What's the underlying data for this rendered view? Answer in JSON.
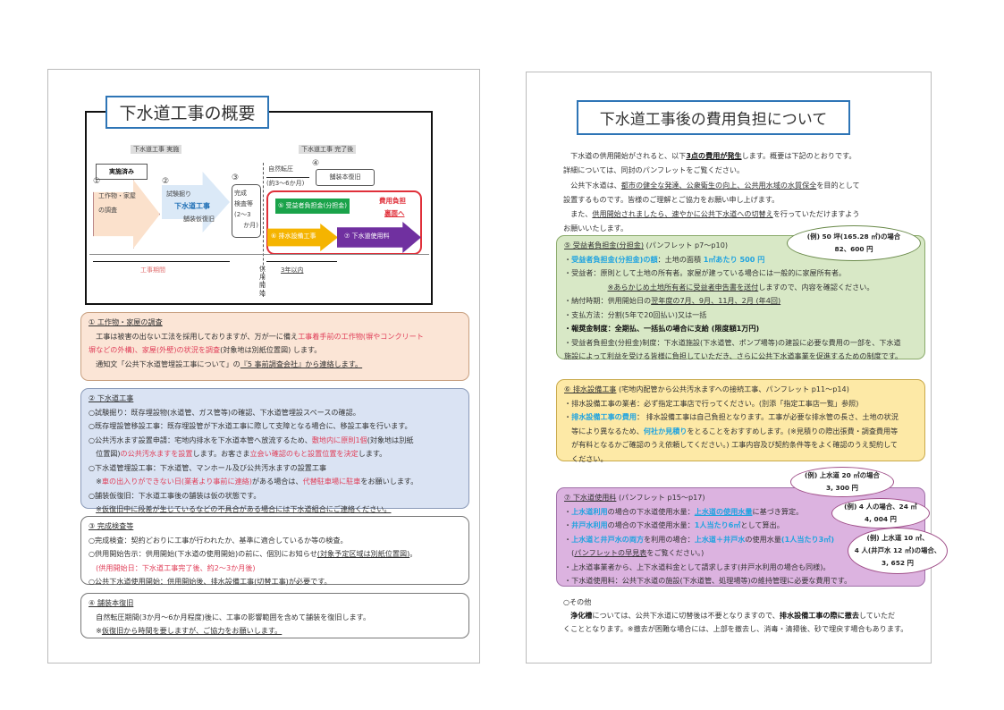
{
  "left_page": {
    "title": "下水道工事の概要",
    "diagram": {
      "phase_during": "下水道工事 実施",
      "phase_after": "下水道工事 完了後",
      "done": "実施済み",
      "step1_num": "①",
      "step1_a": "工作物・家屋",
      "step1_b": "の調査",
      "step2_num": "②",
      "step2_a": "試験掘り",
      "step2_b": "下水道工事",
      "step2_c": "舗装仮復旧",
      "step3_num": "③",
      "step3_a": "完成",
      "step3_b": "検査等",
      "step3_c": "(2〜3",
      "step3_d": "か月)",
      "natural": "自然転圧",
      "natural_dur": "(約3〜6か月)",
      "step4_num": "④",
      "step4": "舗装本復旧",
      "step5": "⑤ 受益者負担金(分担金)",
      "cost_note1": "費用負担",
      "cost_note2": "裏面へ",
      "step6": "⑥ 排水設備工事",
      "step7": "⑦ 下水道使用料",
      "period": "工事期間",
      "start": "供用開始",
      "within": "3年以内"
    },
    "sections": [
      {
        "title": "① 工作物・家屋の調査",
        "lines": [
          [
            [
              "　工事は被害の出ない工法を採用しておりますが、万が一に備え",
              ""
            ],
            [
              "工事着手前の工作物(塀やコンクリート",
              "red"
            ]
          ],
          [
            [
              "塀などの外構)、家屋(外壁)の状況を調査",
              "red"
            ],
            [
              "(対象地は別紙位置図) します。",
              ""
            ]
          ],
          [
            [
              "　通知文「公共下水道管埋設工事について」の",
              ""
            ],
            [
              "『5 事前調査会社』から連絡します。",
              "u"
            ]
          ]
        ]
      },
      {
        "title": "② 下水道工事",
        "lines": [
          [
            [
              "○試験掘り：既存埋設物(水道管、ガス管等)の確認、下水道管埋設スペースの確認。",
              ""
            ]
          ],
          [
            [
              "○既存埋設管移設工事：既存埋設管が下水道工事に際して支障となる場合に、移設工事を行います。",
              ""
            ]
          ],
          [
            [
              "○公共汚水ます設置申請：宅地内排水を下水道本管へ放流するため、",
              ""
            ],
            [
              "敷地内に原則1個",
              "red"
            ],
            [
              "(対象地は別紙",
              ""
            ]
          ],
          [
            [
              "　位置図)",
              ""
            ],
            [
              "の公共汚水ますを設置",
              "red"
            ],
            [
              "します。お客さま",
              ""
            ],
            [
              "立会い確認のもと設置位置を決定",
              "red"
            ],
            [
              "します。",
              ""
            ]
          ],
          [
            [
              "○下水道管埋設工事：下水道管、マンホール及び公共汚水ますの設置工事",
              ""
            ]
          ],
          [
            [
              "　※",
              ""
            ],
            [
              "車の出入りができない日(業者より事前に連絡)",
              "red"
            ],
            [
              "がある場合は、",
              ""
            ],
            [
              "代替駐車場に駐車",
              "red"
            ],
            [
              "をお願いします。",
              ""
            ]
          ],
          [
            [
              "○舗装仮復旧：下水道工事後の舗装は仮の状態です。",
              ""
            ]
          ],
          [
            [
              "　",
              ""
            ],
            [
              "※仮復旧中に段差が生じているなどの不具合がある場合には下水道組合にご連絡ください。",
              "u"
            ]
          ]
        ]
      },
      {
        "title": "③ 完成検査等",
        "lines": [
          [
            [
              "○完成検査：契約どおりに工事が行われたか、基準に適合しているか等の検査。",
              ""
            ]
          ],
          [
            [
              "○供用開始告示：供用開始(下水道の使用開始)の前に、個別にお知らせ",
              ""
            ],
            [
              "(対象予定区域は別紙位置図)",
              "u"
            ],
            [
              "。",
              ""
            ]
          ],
          [
            [
              "　(供用開始日：下水道工事完了後、約2〜3か月後)",
              "red"
            ]
          ],
          [
            [
              "○公共下水道使用開始：供用開始後、排水設備工事(切替工事)が必要です。",
              ""
            ]
          ]
        ]
      },
      {
        "title": "④ 舗装本復旧",
        "lines": [
          [
            [
              "　自然転圧期間(3か月〜6か月程度)後に、工事の影響範囲を含めて舗装を復旧します。",
              ""
            ]
          ],
          [
            [
              "　※",
              ""
            ],
            [
              "仮復旧から時間を要しますが、ご協力をお願いします。",
              "u"
            ]
          ]
        ]
      }
    ]
  },
  "right_page": {
    "title": "下水道工事後の費用負担について",
    "intro": [
      [
        [
          "　下水道の供用開始がされると、以下",
          ""
        ],
        [
          "3点の費用が発生",
          "bu"
        ],
        [
          "します。概要は下記のとおりです。",
          ""
        ]
      ],
      [
        [
          "詳細については、同封のパンフレットをご覧ください。",
          ""
        ]
      ],
      [
        [
          "　公共下水道は、",
          ""
        ],
        [
          "都市の健全な発達、公衆衛生の向上、公共用水域の水質保全",
          "u"
        ],
        [
          "を目的として",
          ""
        ]
      ],
      [
        [
          "設置するものです。皆様のご理解とご協力をお願い申し上げます。",
          ""
        ]
      ],
      [
        [
          "　また、",
          ""
        ],
        [
          "供用開始されましたら、速やかに公共下水道への切替え",
          "u"
        ],
        [
          "を行っていただけますよう",
          ""
        ]
      ],
      [
        [
          "お願いいたします。",
          ""
        ]
      ]
    ],
    "sections": [
      {
        "lines": [
          [
            [
              "⑤ 受益者負担金(分担金)",
              "u"
            ],
            [
              " (パンフレット p7〜p10)",
              ""
            ]
          ],
          [
            [
              "・",
              ""
            ],
            [
              "受益者負担金(分担金)の額",
              "blue"
            ],
            [
              "：土地の面積 ",
              ""
            ],
            [
              "1㎡あたり 500 円",
              "blue"
            ]
          ],
          [
            [
              "・受益者：原則として土地の所有者。家屋が建っている場合には一般的に家屋所有者。",
              ""
            ]
          ],
          [
            [
              "　　　　　　",
              ""
            ],
            [
              "※あらかじめ土地所有者に受益者申告書を送付",
              "u"
            ],
            [
              "しますので、内容を確認ください。",
              ""
            ]
          ],
          [
            [
              "・納付時期：供用開始日の",
              ""
            ],
            [
              "翌年度の7月、9月、11月、2月 (年4回)",
              "u"
            ]
          ],
          [
            [
              "・支払方法：分割(5年で20回払い)又は一括",
              ""
            ]
          ],
          [
            [
              "・報奨金制度：全期払、一括払の場合に支給 (限度額1万円)",
              "b"
            ]
          ],
          [
            [
              "・受益者負担金(分担金)制度：下水道施設(下水道管、ポンプ場等)の建設に必要な費用の一部を、下水道",
              ""
            ]
          ],
          [
            [
              "施設によって利益を受ける皆様に負担していただき、さらに公共下水道事業を促進するための制度です。",
              ""
            ]
          ]
        ],
        "callouts": [
          [
            "(例) 50 坪(165.28 ㎡)の場合",
            "82、600 円"
          ]
        ]
      },
      {
        "lines": [
          [
            [
              "⑥ 排水設備工事",
              "u"
            ],
            [
              " (宅地内配管から公共汚水ますへの接続工事、パンフレット p11〜p14)",
              ""
            ]
          ],
          [
            [
              "・排水設備工事の業者：必ず指定工事店で行ってください。(別添「指定工事店一覧」参照)",
              ""
            ]
          ],
          [
            [
              "・",
              ""
            ],
            [
              "排水設備工事の費用",
              "blue"
            ],
            [
              "： 排水設備工事は自己負担となります。工事が必要な排水管の長さ、土地の状況",
              ""
            ]
          ],
          [
            [
              "　等により異なるため、",
              ""
            ],
            [
              "何社か見積り",
              "blue"
            ],
            [
              "をとることをおすすめします。(※見積りの際出張費・調査費用等",
              ""
            ]
          ],
          [
            [
              "　が有料となるかご確認のうえ依頼してください。) 工事内容及び契約条件等をよく確認のうえ契約して",
              ""
            ]
          ],
          [
            [
              "　ください。",
              ""
            ]
          ]
        ],
        "callouts": []
      },
      {
        "lines": [
          [
            [
              "⑦ 下水道使用料",
              "u"
            ],
            [
              " (パンフレット p15〜p17)",
              ""
            ]
          ],
          [
            [
              "・",
              ""
            ],
            [
              "上水道利用",
              "blue"
            ],
            [
              "の場合の下水道使用水量：",
              ""
            ],
            [
              "上水道の使用水量",
              "blueu"
            ],
            [
              "に基づき算定。",
              ""
            ]
          ],
          [
            [
              "・",
              ""
            ],
            [
              "井戸水利用",
              "blue"
            ],
            [
              "の場合の下水道使用水量：",
              ""
            ],
            [
              "1人当たり6㎥",
              "blue"
            ],
            [
              "として算出。",
              ""
            ]
          ],
          [
            [
              "・",
              ""
            ],
            [
              "上水道と井戸水の両方",
              "blue"
            ],
            [
              "を利用の場合：",
              ""
            ],
            [
              "上水道＋井戸水",
              "blue"
            ],
            [
              "の使用水量",
              ""
            ],
            [
              "(1人当たり3㎥)",
              "blue"
            ]
          ],
          [
            [
              "　(",
              ""
            ],
            [
              "パンフレットの早見表",
              "u"
            ],
            [
              "をご覧ください。)",
              ""
            ]
          ],
          [
            [
              "・上水道事業者から、上下水道料金として請求します(井戸水利用の場合も同様)。",
              ""
            ]
          ],
          [
            [
              "・下水道使用料：公共下水道の施設(下水道管、処理場等)の維持管理に必要な費用です。",
              ""
            ]
          ]
        ],
        "callouts": [
          [
            "(例) 上水道 20 ㎥の場合",
            "3, 300 円"
          ],
          [
            "(例) 4 人の場合、24 ㎥",
            "4, 004 円"
          ],
          [
            "(例) 上水道 10 ㎥、",
            "4 人(井戸水 12 ㎥)の場合、",
            "3, 652 円"
          ]
        ]
      }
    ],
    "other": {
      "heading": "○その他",
      "lines": [
        [
          [
            "　",
            ""
          ],
          [
            "浄化槽",
            "b"
          ],
          [
            "については、公共下水道に切替後は不要となりますので、",
            ""
          ],
          [
            "排水設備工事の際に撤去",
            "b"
          ],
          [
            "していただ",
            ""
          ]
        ],
        [
          [
            "くこととなります。※撤去が困難な場合には、上部を撤去し、消毒・清掃後、砂で埋戻す場合もあります。",
            ""
          ]
        ]
      ]
    }
  },
  "colors": {
    "title_border": "#2e75b6",
    "peach": "#fbe5d6",
    "blue": "#dae3f3",
    "green": "#d8e8c6",
    "yellow": "#fde9a6",
    "purple": "#dcb3e0",
    "red": "#e0405a"
  }
}
